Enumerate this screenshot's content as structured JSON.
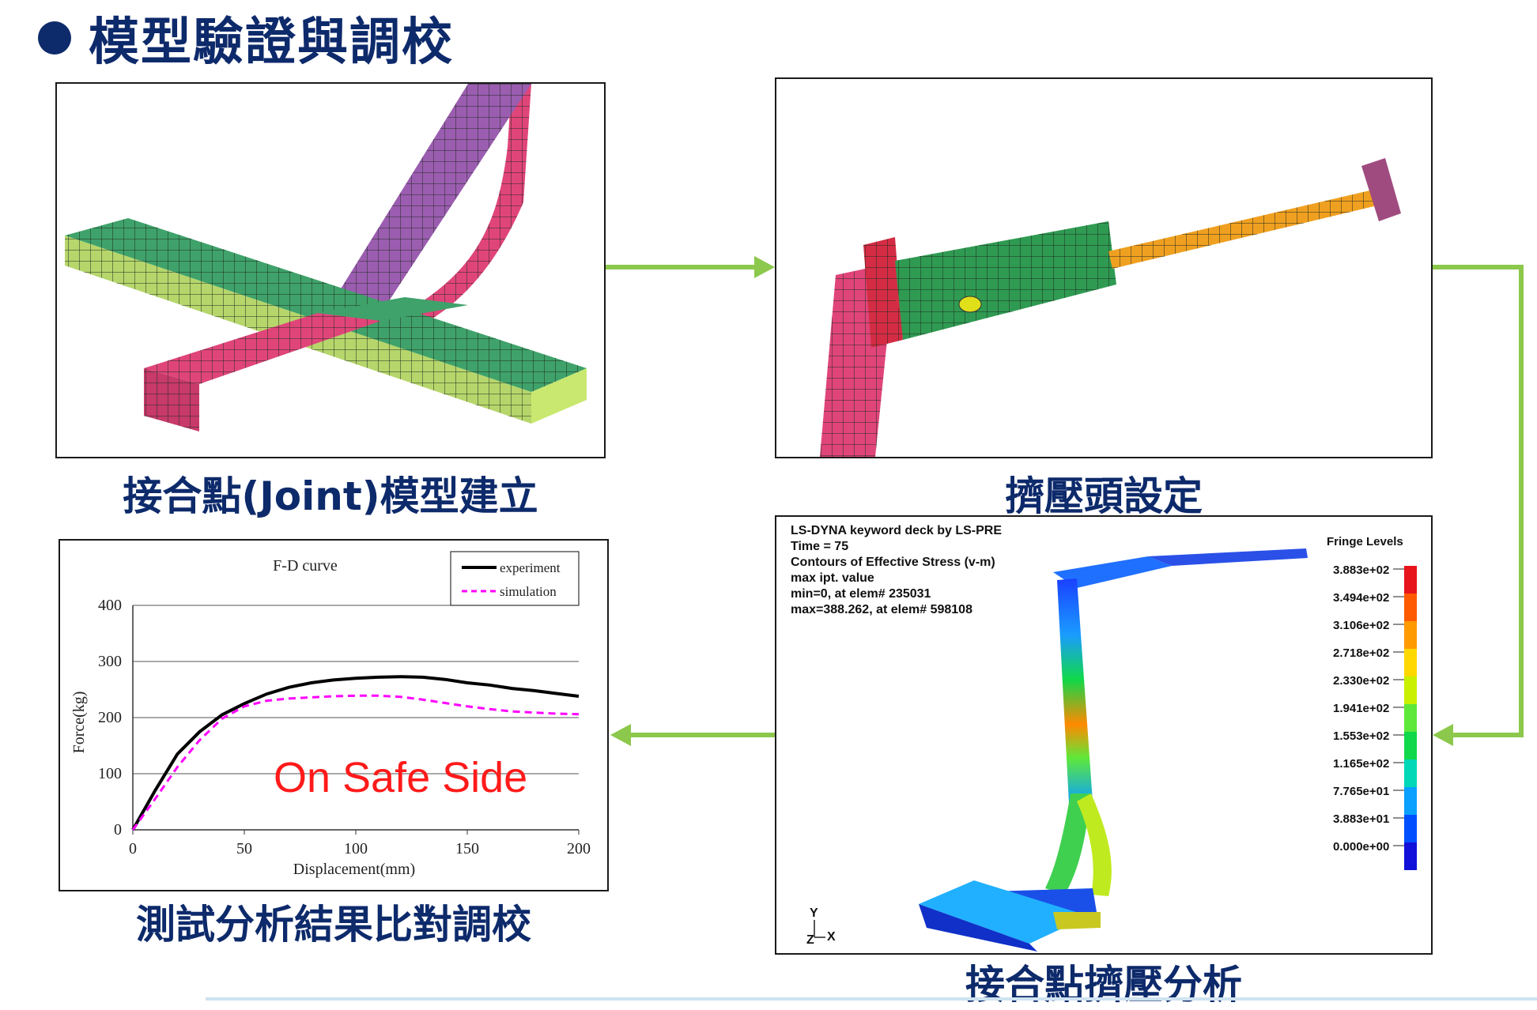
{
  "heading": {
    "text": "模型驗證與調校"
  },
  "steps": [
    {
      "caption": "接合點(Joint)模型建立"
    },
    {
      "caption": "擠壓頭設定"
    },
    {
      "caption": "接合點擠壓分析"
    },
    {
      "caption": "測試分析結果比對調校"
    }
  ],
  "analysis": {
    "meta_lines": [
      "LS-DYNA keyword deck by LS-PRE",
      "Time =        75",
      "Contours of Effective Stress (v-m)",
      "max ipt. value",
      " min=0, at elem# 235031",
      " max=388.262, at elem# 598108"
    ],
    "fringe_title": "Fringe Levels",
    "fringe_levels": [
      "3.883e+02",
      "3.494e+02",
      "3.106e+02",
      "2.718e+02",
      "2.330e+02",
      "1.941e+02",
      "1.553e+02",
      "1.165e+02",
      "7.765e+01",
      "3.883e+01",
      "0.000e+00"
    ],
    "fringe_colors": [
      "#e8141c",
      "#ff5a00",
      "#ff9a00",
      "#ffd800",
      "#c8f000",
      "#5ee83a",
      "#10d84a",
      "#00d8b8",
      "#0aa0ff",
      "#0050ff",
      "#1010d8"
    ],
    "axis_y": "Y",
    "axis_z": "Z",
    "axis_x": "X"
  },
  "chart_data": {
    "type": "line",
    "title": "F-D curve",
    "xlabel": "Displacement(mm)",
    "ylabel": "Force(kg)",
    "xlim": [
      0,
      200
    ],
    "ylim": [
      0,
      400
    ],
    "xticks": [
      0,
      50,
      100,
      150,
      200
    ],
    "yticks": [
      0,
      100,
      200,
      300,
      400
    ],
    "grid": true,
    "legend_position": "top-right",
    "annotation": "On Safe Side",
    "series": [
      {
        "name": "experiment",
        "color": "#000000",
        "style": "solid",
        "x": [
          0,
          10,
          20,
          30,
          40,
          50,
          60,
          70,
          80,
          90,
          100,
          110,
          120,
          130,
          140,
          150,
          160,
          170,
          180,
          190,
          200
        ],
        "y": [
          0,
          70,
          135,
          175,
          205,
          225,
          242,
          254,
          262,
          267,
          270,
          272,
          273,
          272,
          268,
          262,
          258,
          252,
          248,
          243,
          238
        ]
      },
      {
        "name": "simulation",
        "color": "#ff00ff",
        "style": "dashed",
        "x": [
          0,
          10,
          20,
          30,
          40,
          50,
          60,
          70,
          80,
          90,
          100,
          110,
          120,
          130,
          140,
          150,
          160,
          170,
          180,
          190,
          200
        ],
        "y": [
          0,
          55,
          112,
          160,
          198,
          220,
          230,
          234,
          236,
          238,
          239,
          239,
          237,
          232,
          226,
          220,
          215,
          211,
          209,
          207,
          206
        ]
      }
    ]
  }
}
